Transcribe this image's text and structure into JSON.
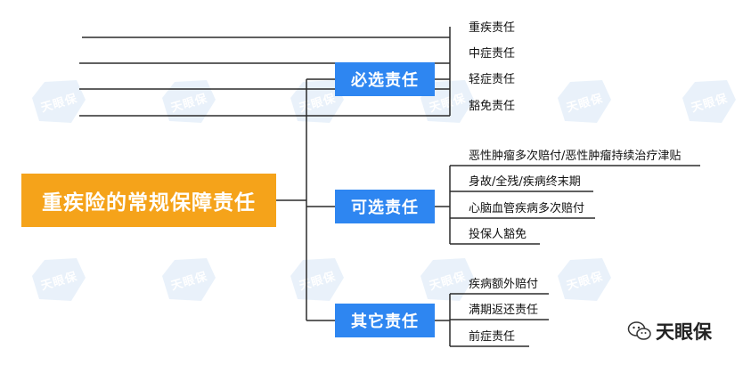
{
  "root": {
    "label": "重疾险的常规保障责任"
  },
  "categories": [
    {
      "label": "必选责任",
      "items": [
        "重疾责任",
        "中症责任",
        "轻症责任",
        "豁免责任"
      ]
    },
    {
      "label": "可选责任",
      "items": [
        "恶性肿瘤多次赔付/恶性肿瘤持续治疗津贴",
        "身故/全残/疾病终末期",
        "心脑血管疾病多次赔付",
        "投保人豁免"
      ]
    },
    {
      "label": "其它责任",
      "items": [
        "疾病额外赔付",
        "满期返还责任",
        "前症责任"
      ]
    }
  ],
  "watermark": {
    "text": "天眼保"
  },
  "brand": {
    "name": "天眼保",
    "icon": "wechat-icon"
  },
  "colors": {
    "root": "#f5a31a",
    "category": "#2e86f1",
    "line": "#2b2b2b",
    "watermark": "#d4e5f6"
  }
}
